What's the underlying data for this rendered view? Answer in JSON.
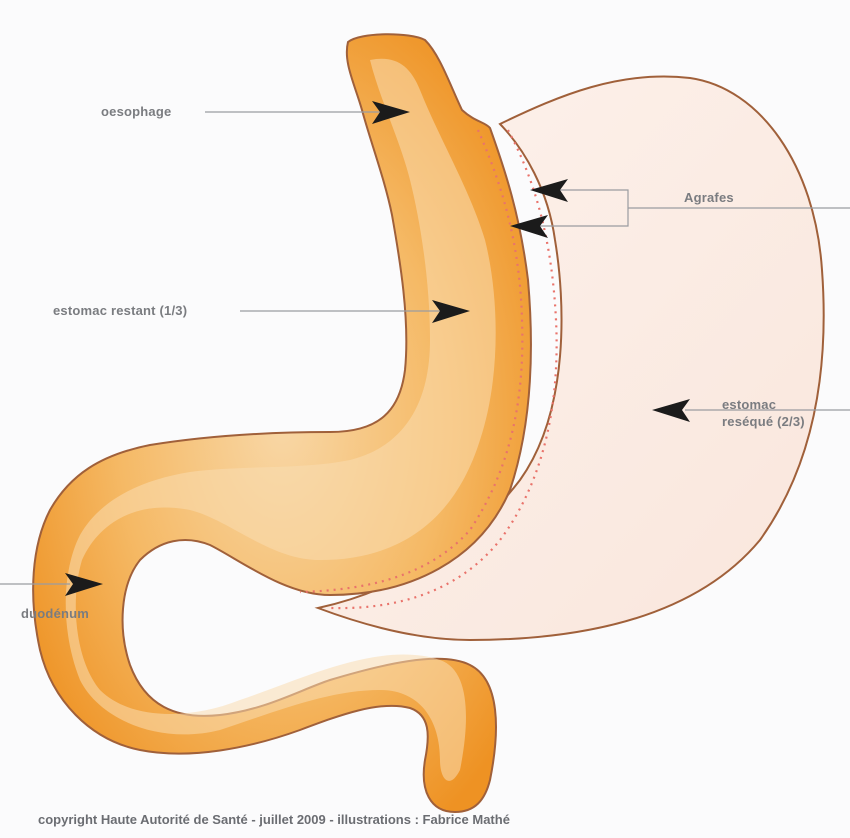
{
  "labels": {
    "oesophage": "oesophage",
    "agrafes": "Agrafes",
    "estomac_restant": "estomac restant (1/3)",
    "estomac_reseque_line1": "estomac",
    "estomac_reseque_line2": "reséqué (2/3)",
    "duodenum": "duodénum"
  },
  "footer": {
    "copyright": "copyright Haute Autorité de Santé - juillet 2009 - illustrations : Fabrice Mathé"
  },
  "colors": {
    "background": "#fbfbfc",
    "remaining_stomach_fill": "#f6c079",
    "remaining_stomach_edge": "#ef9a2e",
    "resected_stomach_fill": "#fbece3",
    "outline": "#a0603a",
    "staples": "#e9736b",
    "arrow": "#1b1b1b",
    "label_text": "#7a7c80"
  }
}
